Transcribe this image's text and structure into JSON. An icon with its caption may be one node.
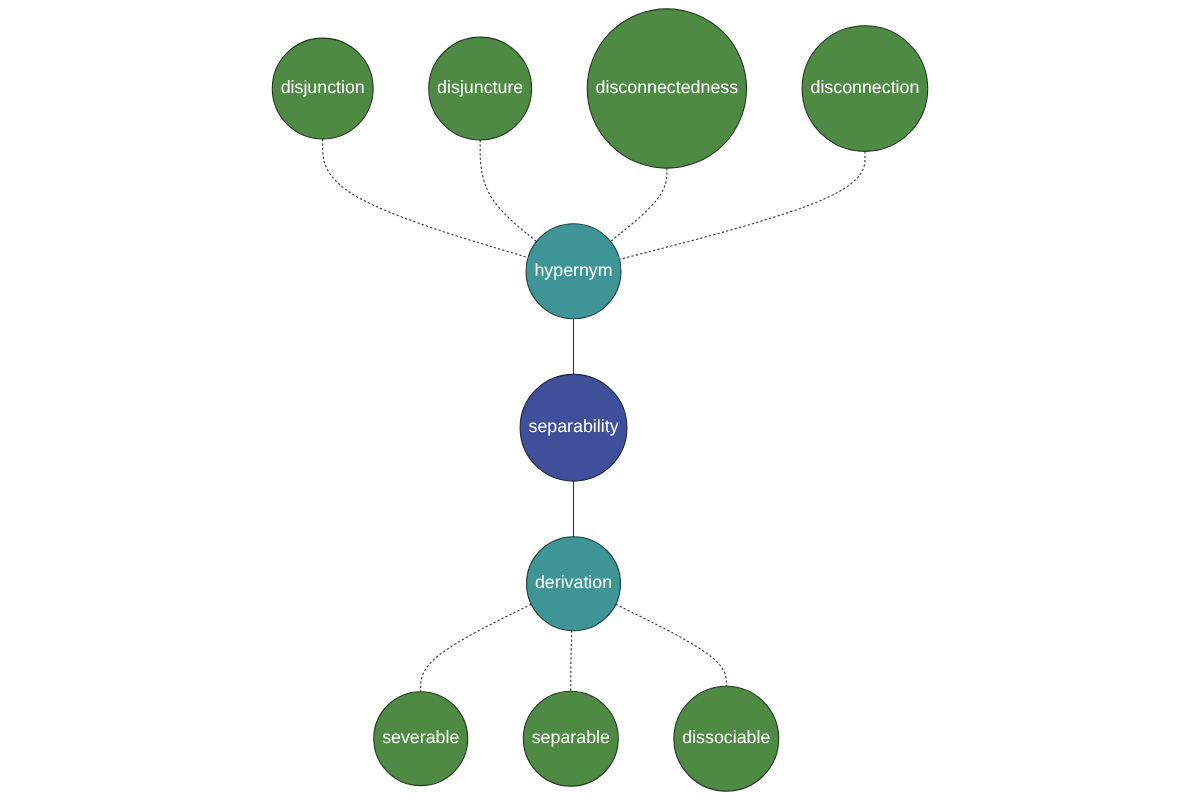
{
  "diagram": {
    "nodes": [
      {
        "text": [
          "disjunction"
        ]
      },
      {
        "text": [
          "disjuncture"
        ]
      },
      {
        "text": [
          "disconnectedness"
        ]
      },
      {
        "text": [
          "hypernym"
        ]
      },
      {
        "text": [
          "disconnection"
        ]
      },
      {
        "text": [
          "separability"
        ]
      },
      {
        "text": [
          "derivation"
        ]
      },
      {
        "text": [
          "severable"
        ]
      },
      {
        "text": [
          "dissociable"
        ]
      },
      {
        "text": [
          "separable"
        ]
      }
    ],
    "edges": [
      {
        "from": 0,
        "to": 3,
        "arrow": "none",
        "style": "dashed"
      },
      {
        "from": 1,
        "to": 3,
        "arrow": "none",
        "style": "dashed"
      },
      {
        "from": 2,
        "to": 3,
        "arrow": "none",
        "style": "dashed"
      },
      {
        "from": 4,
        "to": 3,
        "arrow": "none",
        "style": "dashed"
      },
      {
        "from": 3,
        "to": 5,
        "arrow": "none"
      },
      {
        "from": 5,
        "to": 6,
        "arrow": "none"
      },
      {
        "from": 6,
        "to": 7,
        "arrow": "none",
        "style": "dashed"
      },
      {
        "from": 6,
        "to": 9,
        "arrow": "none",
        "style": "dashed"
      },
      {
        "from": 6,
        "to": 8,
        "arrow": "none",
        "style": "dashed"
      }
    ]
  }
}
